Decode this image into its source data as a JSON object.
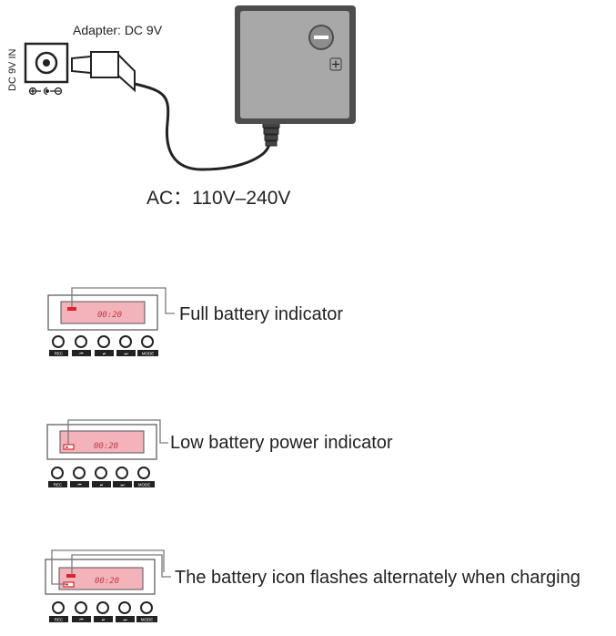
{
  "adapter": {
    "label": "Adapter: DC 9V",
    "jack_label": "DC 9V IN",
    "input_label": "AC：110V–240V"
  },
  "indicators": [
    {
      "text": "Full battery indicator",
      "lcd_time": "00:20",
      "state": "full"
    },
    {
      "text": "Low battery power indicator",
      "lcd_time": "00:20",
      "state": "low"
    },
    {
      "text": "The battery icon flashes alternately when charging",
      "lcd_time": "00:20",
      "state": "charging"
    }
  ],
  "buttons": [
    "REC",
    "⏮",
    "⏯",
    "⏭",
    "MODE"
  ],
  "colors": {
    "lcd_fill": "#f3b3ba",
    "lcd_border": "#555555",
    "battery": "#d9252e",
    "adapter_body": "#a8a8a8",
    "adapter_frame": "#4d4d4d",
    "leader_line": "#7a7a7a"
  }
}
